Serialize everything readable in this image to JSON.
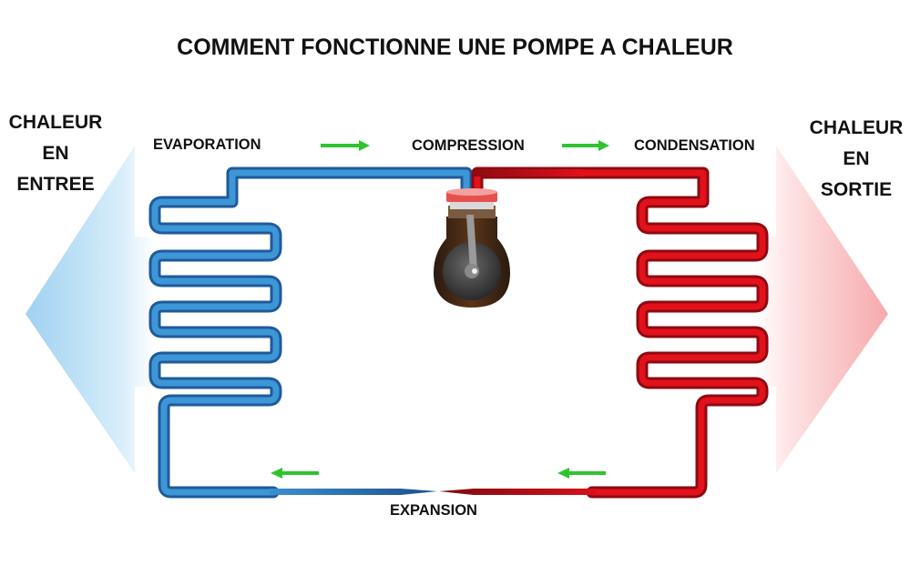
{
  "title": "COMMENT FONCTIONNE UNE POMPE A CHALEUR",
  "heat_in": {
    "lines": [
      "CHALEUR",
      "EN",
      "ENTREE"
    ]
  },
  "heat_out": {
    "lines": [
      "CHALEUR",
      "EN",
      "SORTIE"
    ]
  },
  "stages": {
    "evaporation": "EVAPORATION",
    "compression": "COMPRESSION",
    "condensation": "CONDENSATION",
    "expansion": "EXPANSION"
  },
  "colors": {
    "cold": "#3a8fcf",
    "cold_dark": "#1f5a9a",
    "hot": "#e0101a",
    "hot_dark": "#8e0a10",
    "flow_arrow": "#2fc42f",
    "heat_in_arrow": "#a9d6f2",
    "heat_out_arrow": "#f7b7b9"
  },
  "icons": {
    "heat_in": "heat-in-arrow-icon",
    "heat_out": "heat-out-arrow-icon",
    "compressor": "compressor-icon",
    "flow": "flow-arrow-icon"
  }
}
